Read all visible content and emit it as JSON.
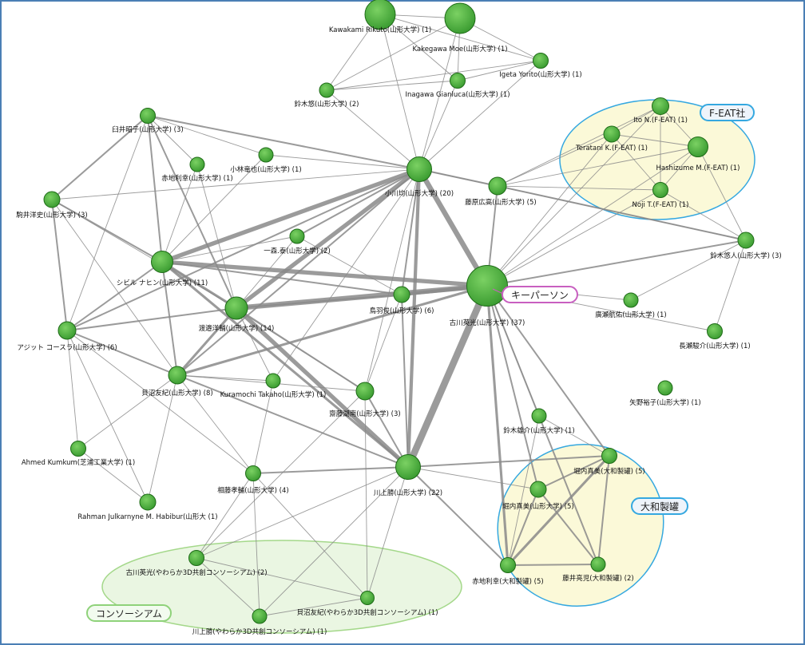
{
  "colors": {
    "frame_border": "#4a7fb5",
    "node_fill": "#3c9d32",
    "node_light": "#7bd163",
    "node_stroke": "#1e6b17",
    "edge": "#8a8a8a",
    "group_fill": "#fbf9d8",
    "group_blue_stroke": "#35a8e0",
    "consortium_fill": "#eaf6e2",
    "consortium_stroke": "#a4d88a"
  },
  "groups": [
    {
      "id": "feat",
      "label": "F-EAT社"
    },
    {
      "id": "yamato",
      "label": "大和製罐"
    },
    {
      "id": "consortium",
      "label": "コンソーシアム"
    }
  ],
  "callouts": {
    "keyperson": "キーパーソン",
    "feat": "F-EAT社",
    "yamato": "大和製罐",
    "consortium": "コンソーシアム"
  },
  "nodes": [
    {
      "id": "n1",
      "label": "Kawakami Rikuto(山形大学) (1)",
      "degree": 1
    },
    {
      "id": "n2",
      "label": "Kakegawa Moe(山形大学) (1)",
      "degree": 1
    },
    {
      "id": "n3",
      "label": "Igeta Yorito(山形大学) (1)",
      "degree": 1
    },
    {
      "id": "n4",
      "label": "Inagawa Gianluca(山形大学) (1)",
      "degree": 1
    },
    {
      "id": "n5",
      "label": "鈴木悠(山形大学) (2)",
      "degree": 2
    },
    {
      "id": "n6",
      "label": "臼井昭子(山形大学) (3)",
      "degree": 3
    },
    {
      "id": "n7",
      "label": "赤地利幸(山形大学) (1)",
      "degree": 1
    },
    {
      "id": "n8",
      "label": "小林竜也(山形大学) (1)",
      "degree": 1
    },
    {
      "id": "n9",
      "label": "小川均(山形大学) (20)",
      "degree": 20
    },
    {
      "id": "n10",
      "label": "藤原広高(山形大学) (5)",
      "degree": 5
    },
    {
      "id": "n11",
      "label": "Ito N.(F-EAT) (1)",
      "degree": 1
    },
    {
      "id": "n12",
      "label": "Teratani K.(F-EAT) (1)",
      "degree": 1
    },
    {
      "id": "n13",
      "label": "Hashizume M.(F-EAT) (1)",
      "degree": 1
    },
    {
      "id": "n14",
      "label": "Noji T.(F-EAT) (1)",
      "degree": 1
    },
    {
      "id": "n15",
      "label": "駒井洋史(山形大学) (3)",
      "degree": 3
    },
    {
      "id": "n16",
      "label": "一森.泰(山形大学) (2)",
      "degree": 2
    },
    {
      "id": "n17",
      "label": "鈴木悠人(山形大学) (3)",
      "degree": 3
    },
    {
      "id": "n18",
      "label": "シビル ナヒン(山形大学) (11)",
      "degree": 11
    },
    {
      "id": "n19",
      "label": "古川英光(山形大学) (37)",
      "degree": 37
    },
    {
      "id": "n20",
      "label": "鳥羽俊(山形大学) (6)",
      "degree": 6
    },
    {
      "id": "n21",
      "label": "渡邉洋輔(山形大学) (14)",
      "degree": 14
    },
    {
      "id": "n22",
      "label": "廣瀬航佑(山形大学) (1)",
      "degree": 1
    },
    {
      "id": "n23",
      "label": "アジット コースラ(山形大学) (6)",
      "degree": 6
    },
    {
      "id": "n24",
      "label": "長瀬駿介(山形大学) (1)",
      "degree": 1
    },
    {
      "id": "n25",
      "label": "貝沼友紀(山形大学) (8)",
      "degree": 8
    },
    {
      "id": "n26",
      "label": "Kuramochi Takaho(山形大学) (1)",
      "degree": 1
    },
    {
      "id": "n27",
      "label": "齋藤湖南(山形大学) (3)",
      "degree": 3
    },
    {
      "id": "n28",
      "label": "矢野裕子(山形大学) (1)",
      "degree": 1
    },
    {
      "id": "n29",
      "label": "鈴木雄介(山形大学) (1)",
      "degree": 1
    },
    {
      "id": "n30",
      "label": "Ahmed Kumkum(芝浦工業大学) (1)",
      "degree": 1
    },
    {
      "id": "n31",
      "label": "川上勝(山形大学) (22)",
      "degree": 22
    },
    {
      "id": "n32",
      "label": "堀内真美(大和製罐) (5)",
      "degree": 5
    },
    {
      "id": "n33",
      "label": "相藤孝輔(山形大学) (4)",
      "degree": 4
    },
    {
      "id": "n34",
      "label": "堀内真美(山形大学) (5)",
      "degree": 5
    },
    {
      "id": "n35",
      "label": "Rahman Julkarnyne M. Habibur(山形大 (1)",
      "degree": 1
    },
    {
      "id": "n36",
      "label": "古川英光(やわらか3D共創コンソーシアム) (2)",
      "degree": 2
    },
    {
      "id": "n37",
      "label": "赤地利幸(大和製罐) (5)",
      "degree": 5
    },
    {
      "id": "n38",
      "label": "藤井亮児(大和製罐) (2)",
      "degree": 2
    },
    {
      "id": "n39",
      "label": "貝沼友紀(やわらか3D共創コンソーシアム) (1)",
      "degree": 1
    },
    {
      "id": "n40",
      "label": "川上勝(やわらか3D共創コンソーシアム) (1)",
      "degree": 1
    }
  ],
  "edges": [
    [
      "n19",
      "n31",
      8
    ],
    [
      "n19",
      "n9",
      6
    ],
    [
      "n19",
      "n21",
      6
    ],
    [
      "n19",
      "n18",
      5
    ],
    [
      "n19",
      "n20",
      4
    ],
    [
      "n9",
      "n21",
      5
    ],
    [
      "n9",
      "n18",
      5
    ],
    [
      "n9",
      "n31",
      4
    ],
    [
      "n21",
      "n31",
      5
    ],
    [
      "n18",
      "n31",
      3
    ],
    [
      "n21",
      "n18",
      3
    ],
    [
      "n21",
      "n25",
      3
    ],
    [
      "n18",
      "n25",
      2
    ],
    [
      "n18",
      "n23",
      2
    ],
    [
      "n19",
      "n25",
      3
    ],
    [
      "n19",
      "n10",
      2
    ],
    [
      "n19",
      "n32",
      2
    ],
    [
      "n19",
      "n37",
      3
    ],
    [
      "n19",
      "n34",
      2
    ],
    [
      "n19",
      "n38",
      2
    ],
    [
      "n32",
      "n37",
      3
    ],
    [
      "n32",
      "n34",
      2
    ],
    [
      "n32",
      "n38",
      2
    ],
    [
      "n34",
      "n37",
      2
    ],
    [
      "n34",
      "n38",
      2
    ],
    [
      "n37",
      "n38",
      2
    ],
    [
      "n31",
      "n32",
      2
    ],
    [
      "n31",
      "n37",
      2
    ],
    [
      "n31",
      "n34",
      1
    ],
    [
      "n31",
      "n33",
      2
    ],
    [
      "n31",
      "n27",
      2
    ],
    [
      "n31",
      "n25",
      2
    ],
    [
      "n31",
      "n20",
      2
    ],
    [
      "n31",
      "n36",
      1
    ],
    [
      "n31",
      "n39",
      1
    ],
    [
      "n31",
      "n40",
      1
    ],
    [
      "n36",
      "n39",
      1
    ],
    [
      "n36",
      "n40",
      1
    ],
    [
      "n39",
      "n40",
      1
    ],
    [
      "n9",
      "n10",
      2
    ],
    [
      "n9",
      "n20",
      2
    ],
    [
      "n9",
      "n16",
      2
    ],
    [
      "n9",
      "n8",
      1
    ],
    [
      "n9",
      "n5",
      1
    ],
    [
      "n9",
      "n1",
      1
    ],
    [
      "n9",
      "n2",
      1
    ],
    [
      "n9",
      "n3",
      1
    ],
    [
      "n9",
      "n4",
      1
    ],
    [
      "n9",
      "n6",
      2
    ],
    [
      "n9",
      "n15",
      1
    ],
    [
      "n9",
      "n17",
      1
    ],
    [
      "n9",
      "n27",
      1
    ],
    [
      "n9",
      "n26",
      1
    ],
    [
      "n9",
      "n25",
      2
    ],
    [
      "n9",
      "n23",
      2
    ],
    [
      "n1",
      "n2",
      1
    ],
    [
      "n1",
      "n3",
      1
    ],
    [
      "n1",
      "n4",
      1
    ],
    [
      "n2",
      "n3",
      1
    ],
    [
      "n2",
      "n4",
      1
    ],
    [
      "n3",
      "n4",
      1
    ],
    [
      "n5",
      "n1",
      1
    ],
    [
      "n5",
      "n2",
      1
    ],
    [
      "n5",
      "n3",
      1
    ],
    [
      "n5",
      "n4",
      1
    ],
    [
      "n6",
      "n15",
      2
    ],
    [
      "n6",
      "n18",
      2
    ],
    [
      "n6",
      "n21",
      2
    ],
    [
      "n6",
      "n23",
      1
    ],
    [
      "n6",
      "n7",
      1
    ],
    [
      "n6",
      "n8",
      1
    ],
    [
      "n15",
      "n23",
      2
    ],
    [
      "n15",
      "n18",
      2
    ],
    [
      "n15",
      "n21",
      1
    ],
    [
      "n15",
      "n25",
      1
    ],
    [
      "n23",
      "n25",
      2
    ],
    [
      "n23",
      "n21",
      2
    ],
    [
      "n23",
      "n30",
      1
    ],
    [
      "n23",
      "n35",
      1
    ],
    [
      "n23",
      "n33",
      1
    ],
    [
      "n25",
      "n33",
      1
    ],
    [
      "n25",
      "n26",
      1
    ],
    [
      "n25",
      "n27",
      1
    ],
    [
      "n25",
      "n30",
      1
    ],
    [
      "n25",
      "n35",
      1
    ],
    [
      "n18",
      "n7",
      1
    ],
    [
      "n18",
      "n16",
      1
    ],
    [
      "n18",
      "n20",
      2
    ],
    [
      "n18",
      "n27",
      1
    ],
    [
      "n21",
      "n20",
      2
    ],
    [
      "n21",
      "n27",
      2
    ],
    [
      "n21",
      "n16",
      1
    ],
    [
      "n21",
      "n26",
      1
    ],
    [
      "n19",
      "n17",
      2
    ],
    [
      "n19",
      "n22",
      1
    ],
    [
      "n19",
      "n24",
      1
    ],
    [
      "n19",
      "n29",
      1
    ],
    [
      "n19",
      "n11",
      1
    ],
    [
      "n19",
      "n12",
      1
    ],
    [
      "n19",
      "n13",
      1
    ],
    [
      "n19",
      "n14",
      1
    ],
    [
      "n10",
      "n17",
      2
    ],
    [
      "n10",
      "n11",
      1
    ],
    [
      "n10",
      "n12",
      1
    ],
    [
      "n10",
      "n13",
      1
    ],
    [
      "n10",
      "n14",
      1
    ],
    [
      "n11",
      "n12",
      1
    ],
    [
      "n11",
      "n13",
      1
    ],
    [
      "n11",
      "n14",
      1
    ],
    [
      "n12",
      "n13",
      1
    ],
    [
      "n12",
      "n14",
      1
    ],
    [
      "n13",
      "n14",
      1
    ],
    [
      "n17",
      "n22",
      1
    ],
    [
      "n17",
      "n24",
      1
    ],
    [
      "n17",
      "n13",
      1
    ],
    [
      "n17",
      "n14",
      1
    ],
    [
      "n29",
      "n32",
      1
    ],
    [
      "n29",
      "n37",
      1
    ],
    [
      "n20",
      "n27",
      1
    ],
    [
      "n20",
      "n16",
      1
    ],
    [
      "n33",
      "n36",
      1
    ],
    [
      "n33",
      "n39",
      1
    ],
    [
      "n33",
      "n40",
      1
    ],
    [
      "n30",
      "n35",
      1
    ],
    [
      "n27",
      "n36",
      1
    ],
    [
      "n27",
      "n39",
      1
    ],
    [
      "n26",
      "n33",
      1
    ],
    [
      "n8",
      "n18",
      1
    ],
    [
      "n7",
      "n21",
      1
    ]
  ]
}
